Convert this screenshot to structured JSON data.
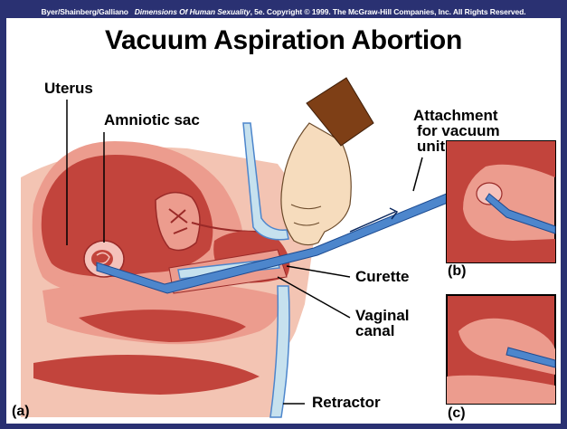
{
  "credit": {
    "authors": "Byer/Shainberg/Galliano",
    "book": "Dimensions Of Human Sexuality",
    "rest": ", 5e. Copyright © 1999. The McGraw-Hill Companies, Inc. All Rights Reserved."
  },
  "title": "Vacuum Aspiration Abortion",
  "labels": {
    "uterus": "Uterus",
    "amniotic_sac": "Amniotic sac",
    "attachment_line1": "Attachment",
    "attachment_line2": "for  vacuum",
    "attachment_line3": "unit",
    "curette": "Curette",
    "vaginal_line1": "Vaginal",
    "vaginal_line2": "canal",
    "retractor": "Retractor"
  },
  "panels": {
    "a": "(a)",
    "b": "(b)",
    "c": "(c)"
  },
  "colors": {
    "background": "#2a3172",
    "skin": "#f3c4b3",
    "tissue_pink": "#ec9c8e",
    "tissue_red": "#c2443c",
    "tissue_dark": "#9a2a28",
    "hand": "#f6dcbd",
    "sleeve": "#7e3f16",
    "tube": "#4d86cc",
    "retractor": "#c6e1ee"
  }
}
